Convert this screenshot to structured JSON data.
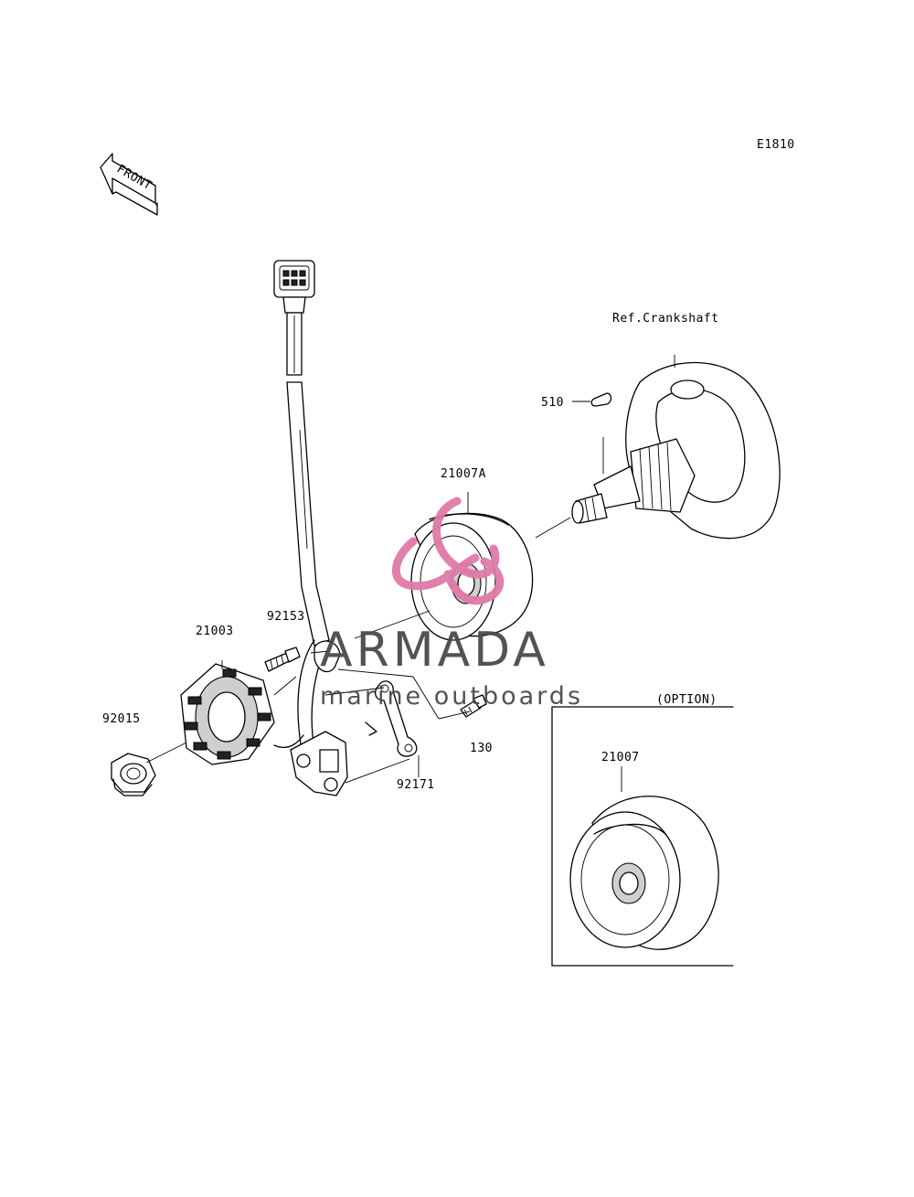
{
  "diagram": {
    "code": "E1810",
    "front_label": "FRONT",
    "option_label": "(OPTION)",
    "parts": [
      {
        "id": "ref-crankshaft",
        "label": "Ref.Crankshaft"
      },
      {
        "id": "510",
        "label": "510"
      },
      {
        "id": "21007A",
        "label": "21007A"
      },
      {
        "id": "92153",
        "label": "92153"
      },
      {
        "id": "21003",
        "label": "21003"
      },
      {
        "id": "92015",
        "label": "92015"
      },
      {
        "id": "130",
        "label": "130"
      },
      {
        "id": "92171",
        "label": "92171"
      },
      {
        "id": "21007",
        "label": "21007"
      }
    ]
  },
  "watermark": {
    "brand": "ARMADA",
    "tagline": "marine outboards",
    "colors": {
      "logo": "#e07aa8",
      "text": "#4a4a4a"
    }
  }
}
